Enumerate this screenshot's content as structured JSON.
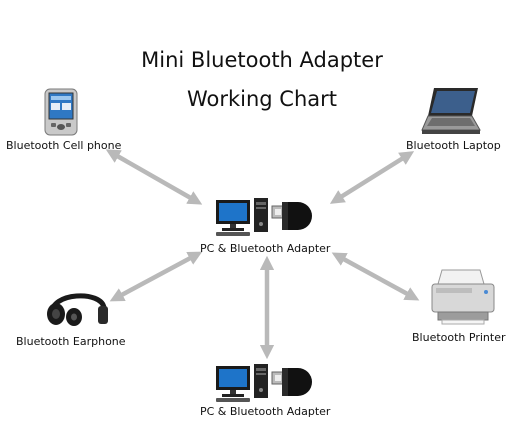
{
  "title": {
    "line1": "Mini Bluetooth Adapter",
    "line2": "Working Chart"
  },
  "nodes": {
    "cell_phone": {
      "label": "Bluetooth Cell phone",
      "icon": "cell-phone-icon"
    },
    "laptop": {
      "label": "Bluetooth Laptop",
      "icon": "laptop-icon"
    },
    "pc_center": {
      "label": "PC & Bluetooth Adapter",
      "icon": "pc-adapter-icon"
    },
    "earphone": {
      "label": "Bluetooth Earphone",
      "icon": "earphone-icon"
    },
    "printer": {
      "label": "Bluetooth Printer",
      "icon": "printer-icon"
    },
    "pc_bottom": {
      "label": "PC & Bluetooth Adapter",
      "icon": "pc-adapter-icon"
    }
  },
  "colors": {
    "arrow": "#b9b9b9",
    "screen": "#1e74c9",
    "device_dark": "#1a1a1a"
  }
}
